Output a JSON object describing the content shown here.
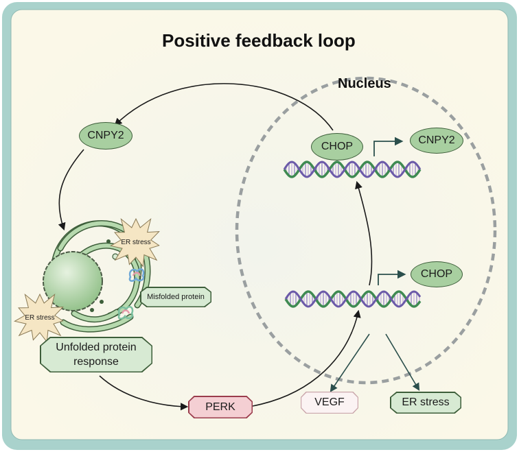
{
  "title": "Positive feedback loop",
  "nucleus_label": "Nucleus",
  "nodes": {
    "cnpy2_cytoplasm": "CNPY2",
    "chop_top": "CHOP",
    "cnpy2_nucleus": "CNPY2",
    "chop_mid": "CHOP",
    "misfolded_protein": "Misfolded protein",
    "er_stress_star_top": "ER stress",
    "er_stress_star_left": "ER stress",
    "upr_line1": "Unfolded protein",
    "upr_line2": "response",
    "perk": "PERK",
    "vegf": "VEGF",
    "er_stress_box": "ER stress"
  },
  "colors": {
    "background": "#fbf8e8",
    "frame": "#a9d2cc",
    "ellipse_fill": "#a8cfa0",
    "ellipse_stroke": "#3d5e3a",
    "box_fill": "#d7ead3",
    "perk_fill": "#f4cfd3",
    "nucleus_dash": "#9a9fa0",
    "arrow_dark": "#1a1a1a",
    "arrow_teal": "#2b4f4c",
    "star_fill": "#f5e6c4"
  },
  "icons": [
    "endoplasmic-reticulum-icon",
    "dna-helix-icon",
    "misfolded-protein-icon",
    "starburst-icon"
  ]
}
